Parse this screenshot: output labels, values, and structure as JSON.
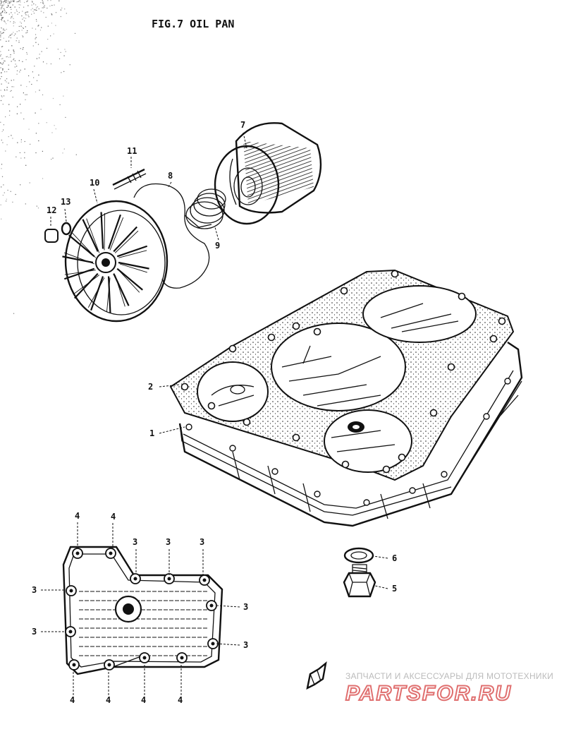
{
  "title": "FIG.7  OIL PAN",
  "callouts": [
    "1",
    "2",
    "3",
    "4",
    "5",
    "6",
    "7",
    "8",
    "9",
    "10",
    "11",
    "12",
    "13"
  ],
  "watermark": {
    "line1": "ЗАПЧАСТИ И АКСЕССУАРЫ ДЛЯ МОТОТЕХНИКИ",
    "line2": "PARTSFOR.RU",
    "color": "#e07070"
  },
  "colors": {
    "ink": "#111111",
    "paper": "#ffffff"
  }
}
